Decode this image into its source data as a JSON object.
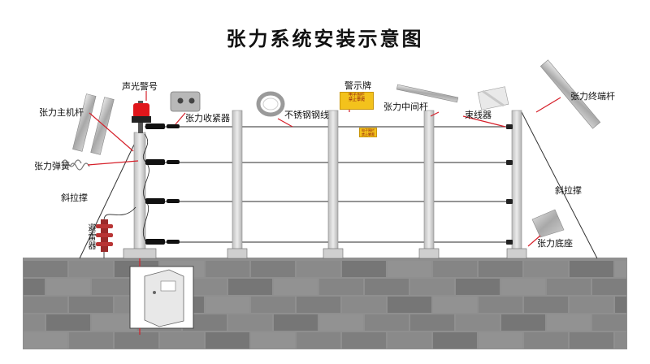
{
  "title": "张力系统安装示意图",
  "labels": {
    "main_pole": "张力主机杆",
    "spring": "张力弹簧",
    "brace_left": "斜拉撑",
    "arrester": "避雷器",
    "siren": "声光警号",
    "receiver": "张力收紧器",
    "wire": "不锈钢钢线",
    "warning_sign": "警示牌",
    "middle_pole": "张力中间杆",
    "binder": "束线器",
    "end_pole": "张力终端杆",
    "brace_right": "斜拉撑",
    "base": "张力底座"
  },
  "sign_text": {
    "line1": "电子围栏",
    "line2": "禁止攀爬"
  },
  "colors": {
    "leader": "#d6202a",
    "wall": "#8d8d8d",
    "pole": "#d9d9d9",
    "siren": "#e0161b"
  }
}
